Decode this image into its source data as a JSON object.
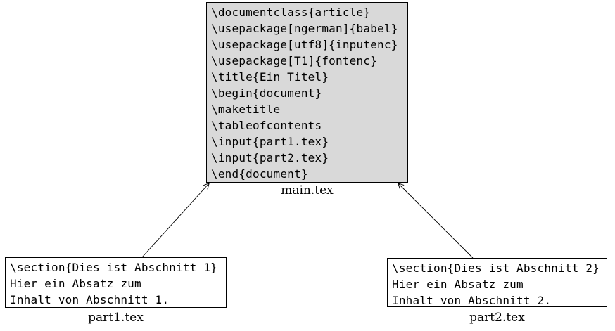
{
  "diagram": {
    "description": "LaTeX multi-file document structure diagram",
    "colors": {
      "main_fill": "#d9d9d9",
      "part_fill": "#ffffff",
      "border": "#000000",
      "text": "#000000",
      "background": "#ffffff"
    },
    "nodes": {
      "main": {
        "label": "main.tex",
        "lines": [
          "\\documentclass{article}",
          "\\usepackage[ngerman]{babel}",
          "\\usepackage[utf8]{inputenc}",
          "\\usepackage[T1]{fontenc}",
          "\\title{Ein Titel}",
          "\\begin{document}",
          "\\maketitle",
          "\\tableofcontents",
          "\\input{part1.tex}",
          "\\input{part2.tex}",
          "\\end{document}"
        ]
      },
      "part1": {
        "label": "part1.tex",
        "lines": [
          "\\section{Dies ist Abschnitt 1}",
          "Hier ein Absatz zum",
          "Inhalt von Abschnitt 1."
        ]
      },
      "part2": {
        "label": "part2.tex",
        "lines": [
          "\\section{Dies ist Abschnitt 2}",
          "Hier ein Absatz zum",
          "Inhalt von Abschnitt 2."
        ]
      }
    },
    "edges": [
      {
        "from": "part1.tex",
        "to": "main.tex"
      },
      {
        "from": "part2.tex",
        "to": "main.tex"
      }
    ]
  }
}
